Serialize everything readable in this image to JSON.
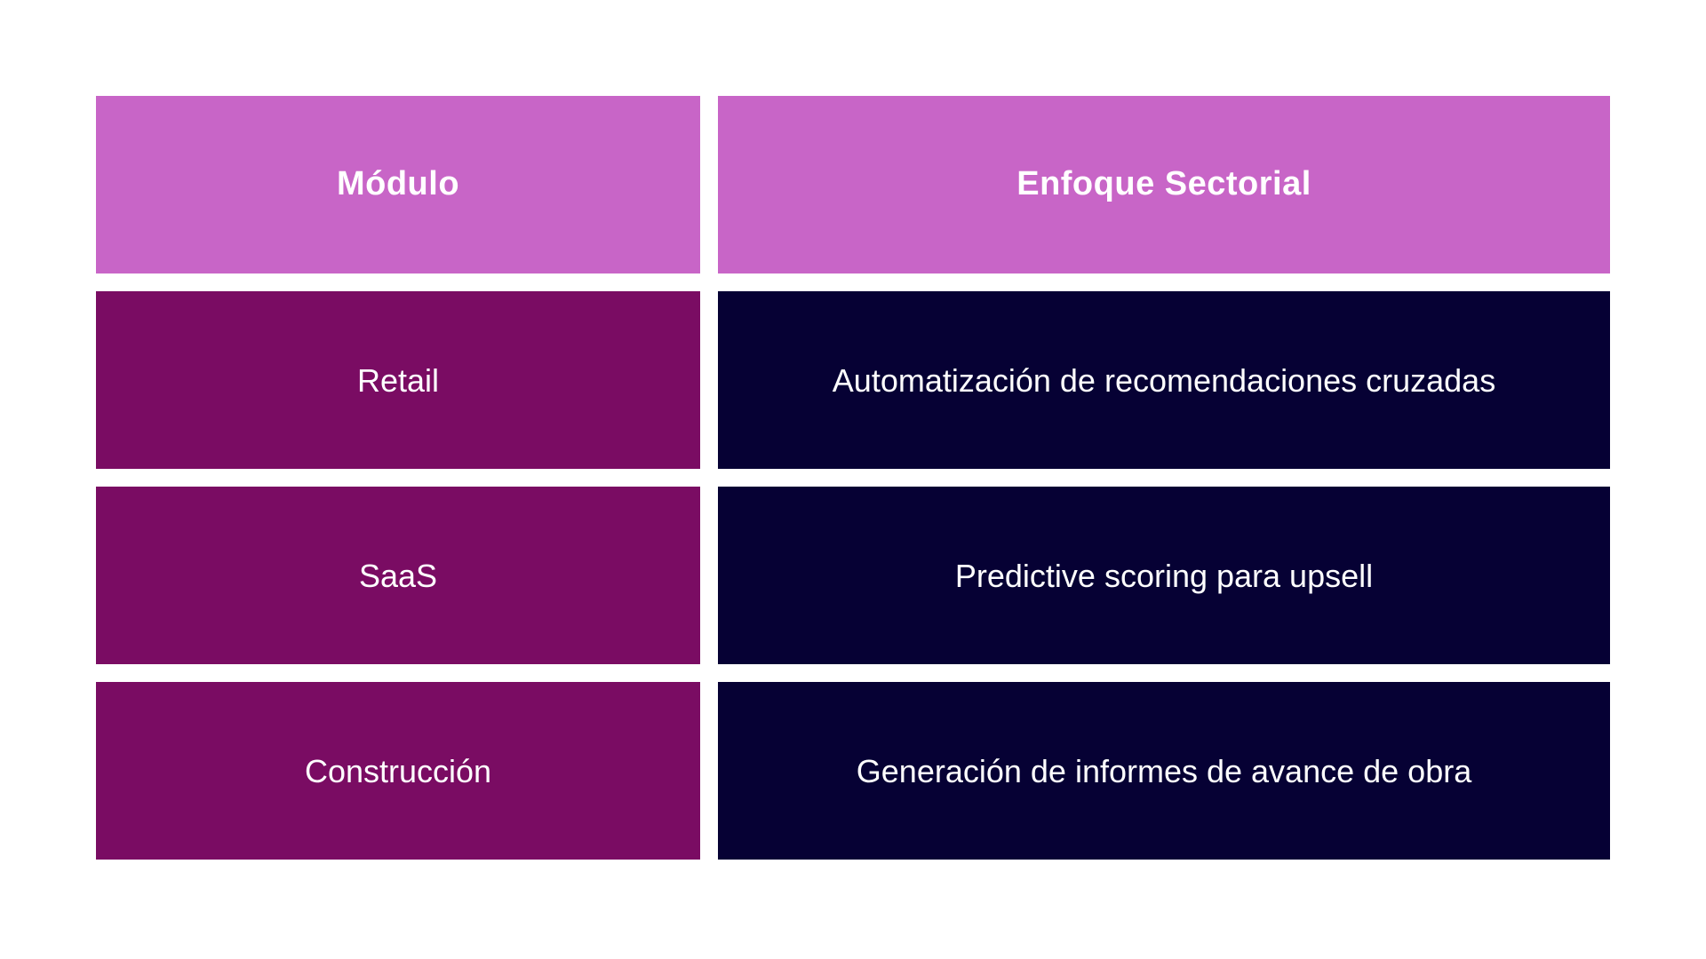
{
  "table": {
    "columns": [
      {
        "label": "Módulo"
      },
      {
        "label": "Enfoque Sectorial"
      }
    ],
    "rows": [
      {
        "module": "Retail",
        "focus": "Automatización de recomendaciones cruzadas"
      },
      {
        "module": "SaaS",
        "focus": "Predictive scoring para upsell"
      },
      {
        "module": "Construcción",
        "focus": "Generación de informes de avance de obra"
      }
    ],
    "colors": {
      "header_bg": "#c865c7",
      "module_bg": "#7a0c63",
      "focus_bg": "#060134",
      "text": "#ffffff",
      "page_bg": "#ffffff"
    }
  }
}
